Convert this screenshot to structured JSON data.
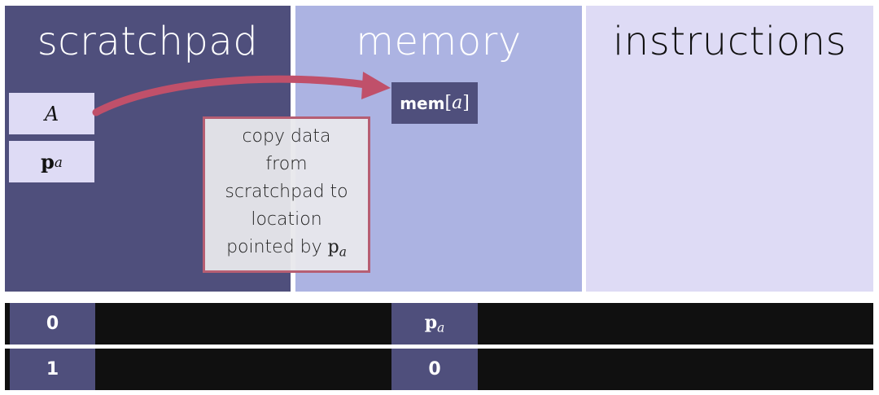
{
  "panels": {
    "scratchpad": {
      "title": "scratchpad"
    },
    "memory": {
      "title": "memory"
    },
    "instructions": {
      "title": "instructions"
    }
  },
  "scratchpad_registers": [
    {
      "symbol": "A"
    },
    {
      "symbol": "p",
      "subscript": "a"
    }
  ],
  "memory_cell": {
    "prefix": "mem",
    "open": "[",
    "index": "a",
    "close": "]"
  },
  "callout": {
    "lines": [
      "copy data",
      "from",
      "scratchpad to",
      "location",
      "pointed by"
    ],
    "symbol": "p",
    "subscript": "a"
  },
  "instruction_rows": [
    {
      "left": "0",
      "mid_symbol": "p",
      "mid_subscript": "a"
    },
    {
      "left": "1",
      "mid": "0"
    }
  ],
  "colors": {
    "scratchpad_bg": "#4f4f7c",
    "memory_bg": "#acb3e2",
    "instructions_bg": "#dedbf5",
    "arrow": "#c0506a",
    "strip_bg": "#101010"
  }
}
